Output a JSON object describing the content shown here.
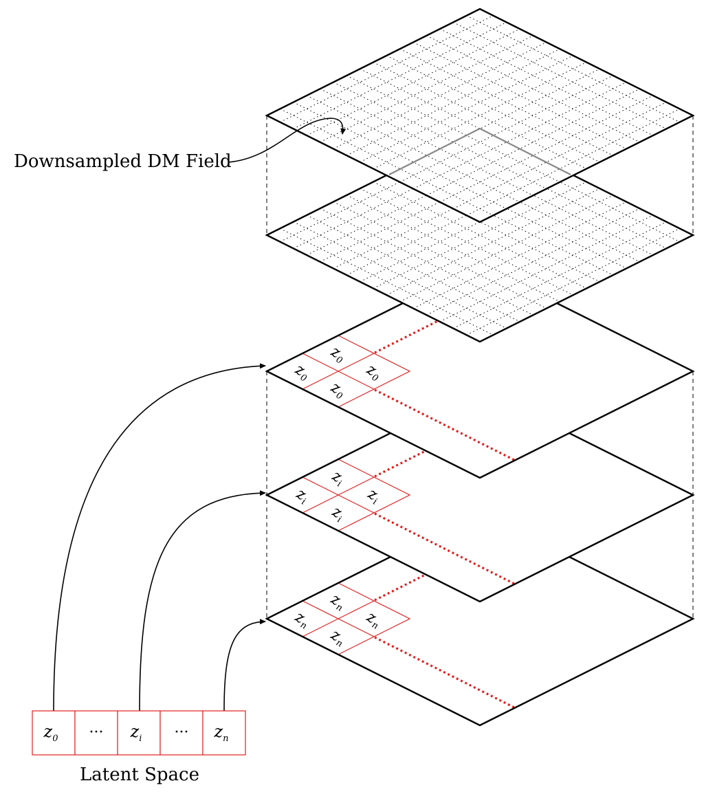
{
  "labels": {
    "field": "Downsampled DM Field",
    "latent_space": "Latent Space"
  },
  "latent_cells": [
    {
      "base": "z",
      "sub": "0",
      "dots": false
    },
    {
      "base": "",
      "sub": "",
      "dots": true,
      "text": "···"
    },
    {
      "base": "z",
      "sub": "i",
      "dots": false
    },
    {
      "base": "",
      "sub": "",
      "dots": true,
      "text": "···"
    },
    {
      "base": "z",
      "sub": "n",
      "dots": false
    }
  ],
  "layers": [
    {
      "tile": "z",
      "tile_sub": "0"
    },
    {
      "tile": "z",
      "tile_sub": "i"
    },
    {
      "tile": "z",
      "tile_sub": "n"
    }
  ],
  "colors": {
    "accent": "#e02020",
    "line": "#000000",
    "faint": "#dddddd"
  }
}
